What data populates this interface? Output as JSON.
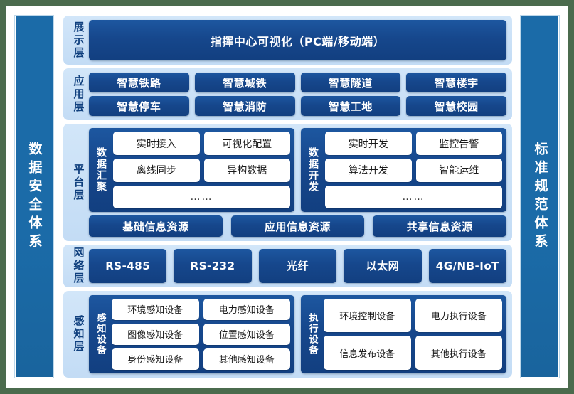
{
  "sidebars": {
    "left": {
      "label": "数据安全体系"
    },
    "right": {
      "label": "标准规范体系"
    }
  },
  "layers": [
    {
      "key": "presentation",
      "label": "展示层",
      "banner": "指挥中心可视化（PC端/移动端）"
    },
    {
      "key": "application",
      "label": "应用层",
      "rows": [
        [
          "智慧铁路",
          "智慧城铁",
          "智慧隧道",
          "智慧楼宇"
        ],
        [
          "智慧停车",
          "智慧消防",
          "智慧工地",
          "智慧校园"
        ]
      ]
    },
    {
      "key": "platform",
      "label": "平台层",
      "groups": [
        {
          "label": "数据汇聚",
          "rows": [
            [
              "实时接入",
              "可视化配置"
            ],
            [
              "离线同步",
              "异构数据"
            ],
            [
              "……"
            ]
          ]
        },
        {
          "label": "数据开发",
          "rows": [
            [
              "实时开发",
              "监控告警"
            ],
            [
              "算法开发",
              "智能运维"
            ],
            [
              "……"
            ]
          ]
        }
      ],
      "resources": [
        "基础信息资源",
        "应用信息资源",
        "共享信息资源"
      ]
    },
    {
      "key": "network",
      "label": "网络层",
      "items": [
        "RS-485",
        "RS-232",
        "光纤",
        "以太网",
        "4G/NB-IoT"
      ]
    },
    {
      "key": "perception",
      "label": "感知层",
      "groups": [
        {
          "label": "感知设备",
          "rows": [
            [
              "环境感知设备",
              "电力感知设备"
            ],
            [
              "图像感知设备",
              "位置感知设备"
            ],
            [
              "身份感知设备",
              "其他感知设备"
            ]
          ]
        },
        {
          "label": "执行设备",
          "rows": [
            [
              "环境控制设备",
              "电力执行设备"
            ],
            [
              "信息发布设备",
              "其他执行设备"
            ]
          ]
        }
      ]
    }
  ],
  "colors": {
    "page_background": "#4b6b4d",
    "card_background": "#ffffff",
    "pillar_blue": "#1b6ba8",
    "layer_panel_blue": "#c9e0f7",
    "navy_box": "#16478c",
    "chip_white": "#ffffff",
    "layer_label_text": "#0f3f7d"
  }
}
